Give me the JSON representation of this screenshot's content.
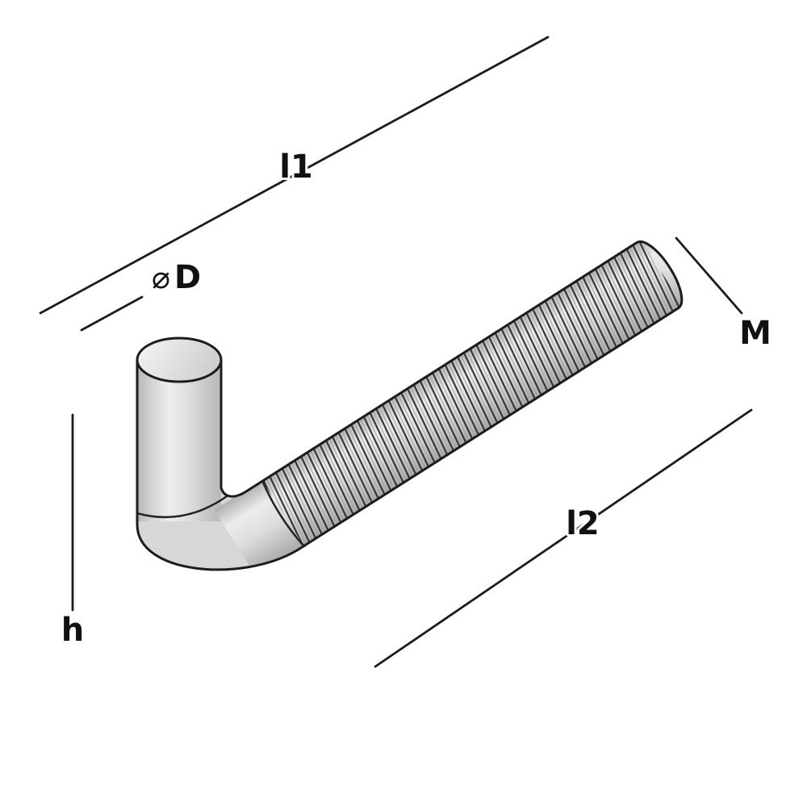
{
  "canvas": {
    "background": "#ffffff",
    "line_color": "#1c1c1c",
    "joint_line_color": "#222222",
    "metal_mid": "#d7d7d7",
    "metal_light": "#ececec",
    "metal_dark": "#b0b0b0",
    "thread_line_color": "#2f2f2f"
  },
  "labels": {
    "l1": "l1",
    "l2": "l2",
    "h": "h",
    "m": "M",
    "diameter_symbol": "⌀",
    "diameter_letter": "D"
  }
}
